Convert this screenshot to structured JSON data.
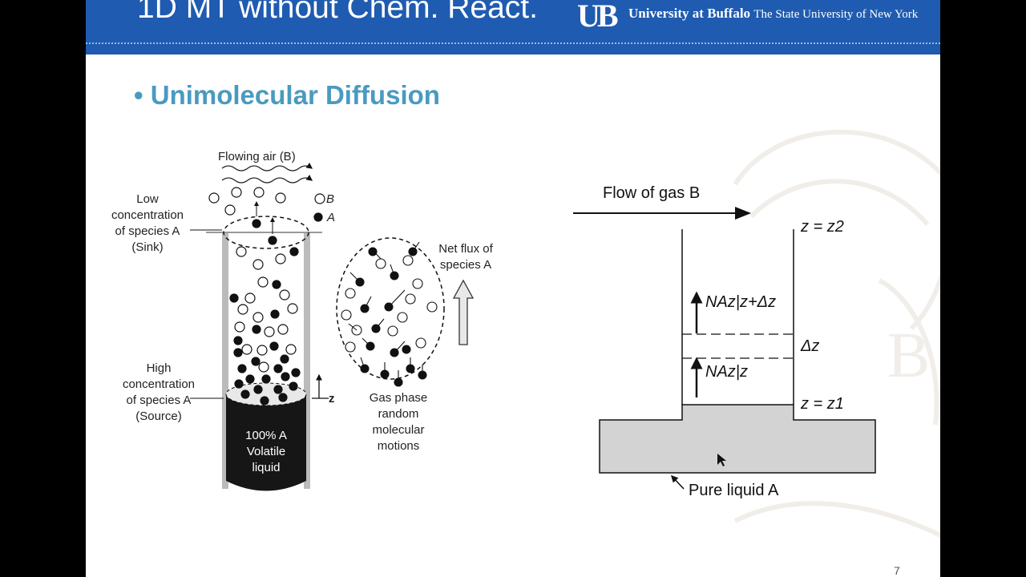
{
  "header": {
    "title": "1D MT without Chem. React.",
    "logo_mark": "UB",
    "university": "University at Buffalo",
    "university_sub": "The State University of New York",
    "bar_color": "#1f5bb0"
  },
  "bullet": {
    "symbol": "•",
    "text": "Unimolecular Diffusion",
    "color": "#4a9ac0"
  },
  "left_figure": {
    "flowing_air": "Flowing air (B)",
    "legend_b": "B",
    "legend_a": "A",
    "low_conc": [
      "Low",
      "concentration",
      "of species A",
      "(Sink)"
    ],
    "high_conc": [
      "High",
      "concentration",
      "of species A",
      "(Source)"
    ],
    "liquid": [
      "100% A",
      "Volatile",
      "liquid"
    ],
    "z_label": "z",
    "gas_phase": [
      "Gas phase",
      "random",
      "molecular",
      "motions"
    ],
    "net_flux": [
      "Net flux of",
      "species A"
    ]
  },
  "right_figure": {
    "flow_label": "Flow of gas B",
    "z2": "z = z2",
    "z1": "z = z1",
    "dz": "Δz",
    "flux_top": "NAz|z+Δz",
    "flux_bottom": "NAz|z",
    "pure_liquid": "Pure liquid A"
  },
  "page_number": "7"
}
